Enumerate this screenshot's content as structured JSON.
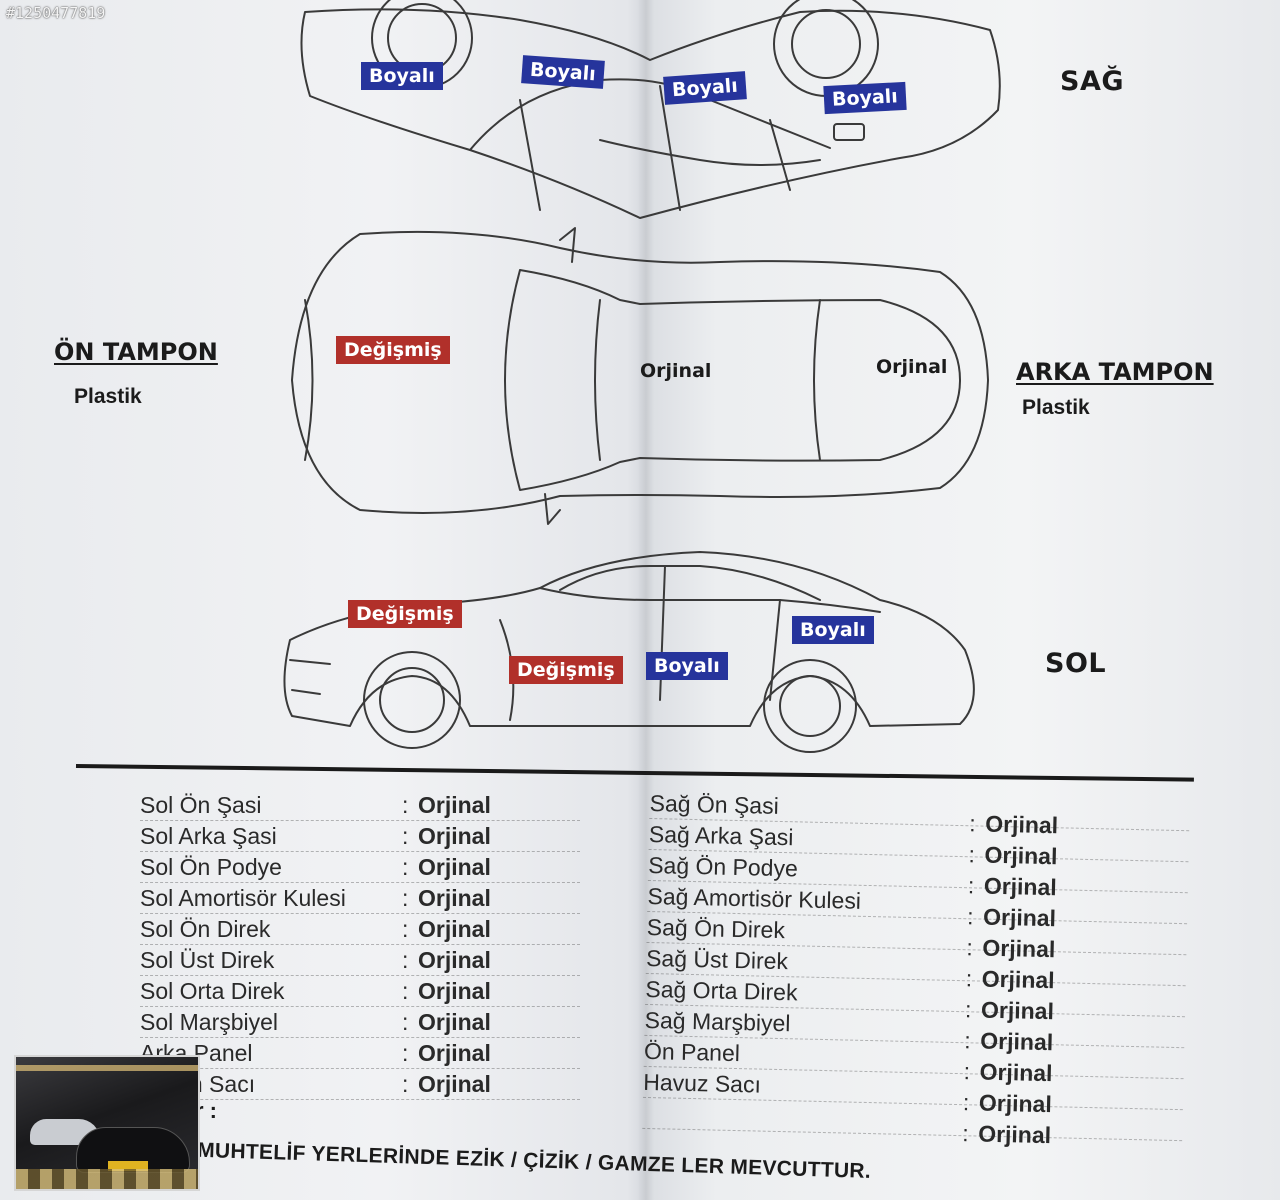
{
  "listing_id": "#1250477819",
  "diagram": {
    "right_side_label": "SAĞ",
    "left_side_label": "SOL",
    "front_bumper": {
      "label": "ÖN TAMPON",
      "value": "Plastik"
    },
    "rear_bumper": {
      "label": "ARKA TAMPON",
      "value": "Plastik"
    },
    "right_side_tags": [
      "Boyalı",
      "Boyalı",
      "Boyalı",
      "Boyalı"
    ],
    "top_tags": {
      "hood": "Değişmiş",
      "roof": "Orjinal",
      "trunk": "Orjinal"
    },
    "left_side_tags": [
      "Değişmiş",
      "Değişmiş",
      "Boyalı",
      "Boyalı"
    ],
    "colors": {
      "painted": "#26349c",
      "replaced": "#b1302a"
    }
  },
  "left_list": [
    {
      "name": "Sol Ön Şasi",
      "value": "Orjinal"
    },
    {
      "name": "Sol Arka Şasi",
      "value": "Orjinal"
    },
    {
      "name": "Sol Ön Podye",
      "value": "Orjinal"
    },
    {
      "name": "Sol Amortisör Kulesi",
      "value": "Orjinal"
    },
    {
      "name": "Sol Ön Direk",
      "value": "Orjinal"
    },
    {
      "name": "Sol Üst Direk",
      "value": "Orjinal"
    },
    {
      "name": "Sol Orta Direk",
      "value": "Orjinal"
    },
    {
      "name": "Sol Marşbiyel",
      "value": "Orjinal"
    },
    {
      "name": "Arka Panel",
      "value": "Orjinal"
    },
    {
      "name": "Taban Sacı",
      "value": "Orjinal"
    }
  ],
  "right_list": [
    {
      "name": "Sağ Ön Şasi",
      "value": "Orjinal"
    },
    {
      "name": "Sağ Arka Şasi",
      "value": "Orjinal"
    },
    {
      "name": "Sağ Ön Podye",
      "value": "Orjinal"
    },
    {
      "name": "Sağ Amortisör Kulesi",
      "value": "Orjinal"
    },
    {
      "name": "Sağ Ön Direk",
      "value": "Orjinal"
    },
    {
      "name": "Sağ Üst Direk",
      "value": "Orjinal"
    },
    {
      "name": "Sağ Orta Direk",
      "value": "Orjinal"
    },
    {
      "name": "Sağ Marşbiyel",
      "value": "Orjinal"
    },
    {
      "name": "Ön Panel",
      "value": "Orjinal"
    },
    {
      "name": "Havuz Sacı",
      "value": "Orjinal"
    },
    {
      "name": "",
      "value": "Orjinal"
    }
  ],
  "separator": ":",
  "notes": {
    "label": "Notlar :",
    "text": "ARACIN MUHTELİF YERLERİNDE EZİK / ÇİZİK / GAMZE LER MEVCUTTUR."
  }
}
